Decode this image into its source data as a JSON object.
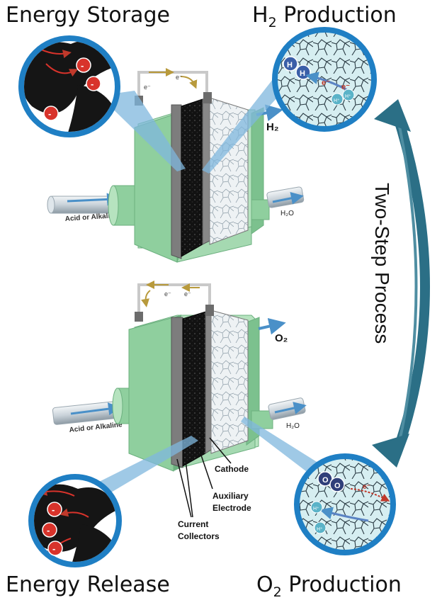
{
  "titles": {
    "energy_storage": "Energy Storage",
    "h2_production_main": "H",
    "h2_production_sub": "2",
    "h2_production_rest": " Production",
    "energy_release": "Energy Release",
    "o2_production_main": "O",
    "o2_production_sub": "2",
    "o2_production_rest": " Production"
  },
  "process_label": "Two-Step Process",
  "top_cell": {
    "inlet_label": "Acid or Alkaline",
    "outlet_label": "H₂O",
    "gas_label": "H₂",
    "electron_left": "e⁻",
    "electron_right": "e⁻"
  },
  "bottom_cell": {
    "inlet_label": "Acid or Alkaline",
    "outlet_label": "H₂O",
    "gas_label": "O₂",
    "electron_left": "e⁻",
    "electron_right": "e⁻",
    "label_cathode": "Cathode",
    "label_auxiliary_1": "Auxiliary",
    "label_auxiliary_2": "Electrode",
    "label_collectors_1": "Current",
    "label_collectors_2": "Collectors"
  },
  "zoom_h2": {
    "atom_1": "H",
    "atom_2": "H",
    "charge_1": "e⁻",
    "charge_2": "e⁻",
    "ion_1": "H⁺",
    "ion_2": "H⁺"
  },
  "zoom_o2": {
    "atom_1": "O",
    "atom_2": "O",
    "charge_1": "e⁻",
    "ion_1": "H⁺",
    "ion_2": "H⁺"
  },
  "zoom_storage": {
    "ion_sign": "-"
  },
  "zoom_release": {
    "ion_sign": "-"
  },
  "colors": {
    "cell_green": "#8fcf9e",
    "cell_green_dark": "#6cb07f",
    "cell_green_light": "#b6e3bf",
    "circle_blue": "#1f7fc4",
    "big_arrow": "#2b6f86",
    "ion_red": "#d8332b",
    "carbon_black": "#151515"
  }
}
